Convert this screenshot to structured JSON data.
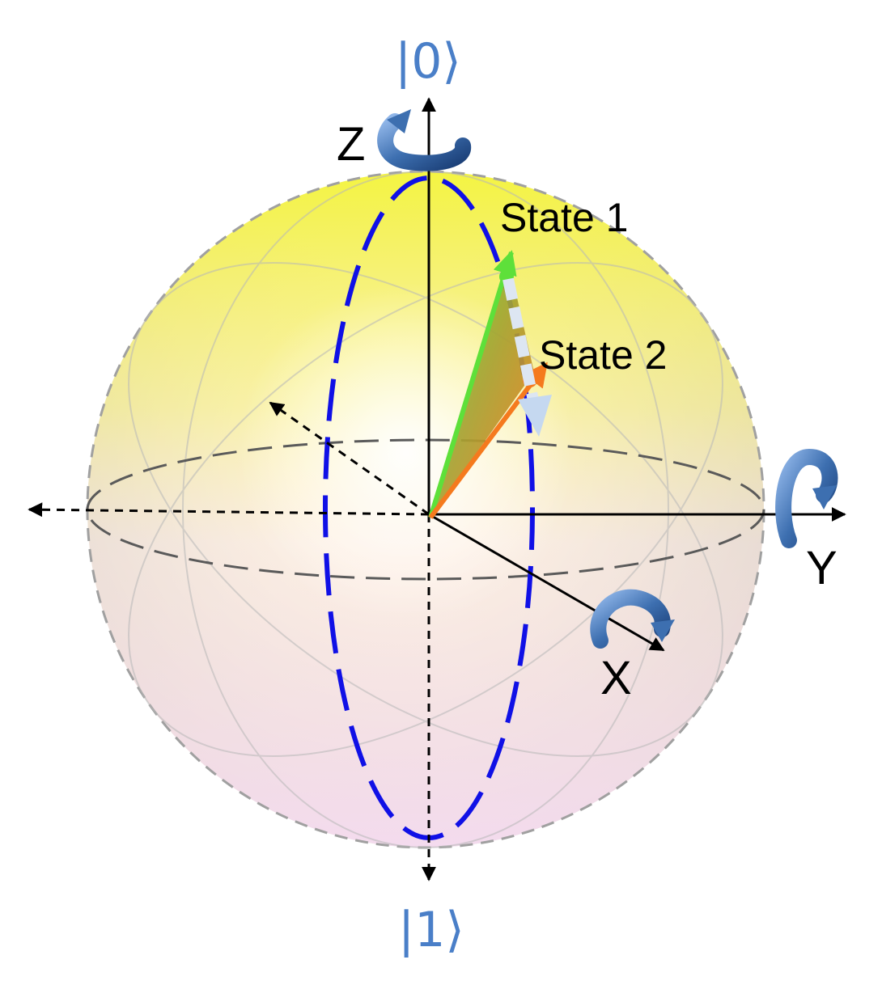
{
  "kets": {
    "top": "|0⟩",
    "bottom": "|1⟩"
  },
  "axes": {
    "z": "Z",
    "y": "Y",
    "x": "X"
  },
  "states": [
    {
      "label": "State 1",
      "color": "#5ee03a"
    },
    {
      "label": "State 2",
      "color": "#f57a1e"
    }
  ],
  "colors": {
    "ket": "#4a7fc8",
    "meridian": "#1010e6",
    "sphere_top": "#f5f53a",
    "sphere_bottom": "#f8dcf4",
    "rotation_arrow": "#3d6fb0"
  },
  "icons": {
    "z_rotation": "rotation-arrow-icon",
    "y_rotation": "rotation-arrow-icon",
    "x_rotation": "rotation-arrow-icon"
  }
}
